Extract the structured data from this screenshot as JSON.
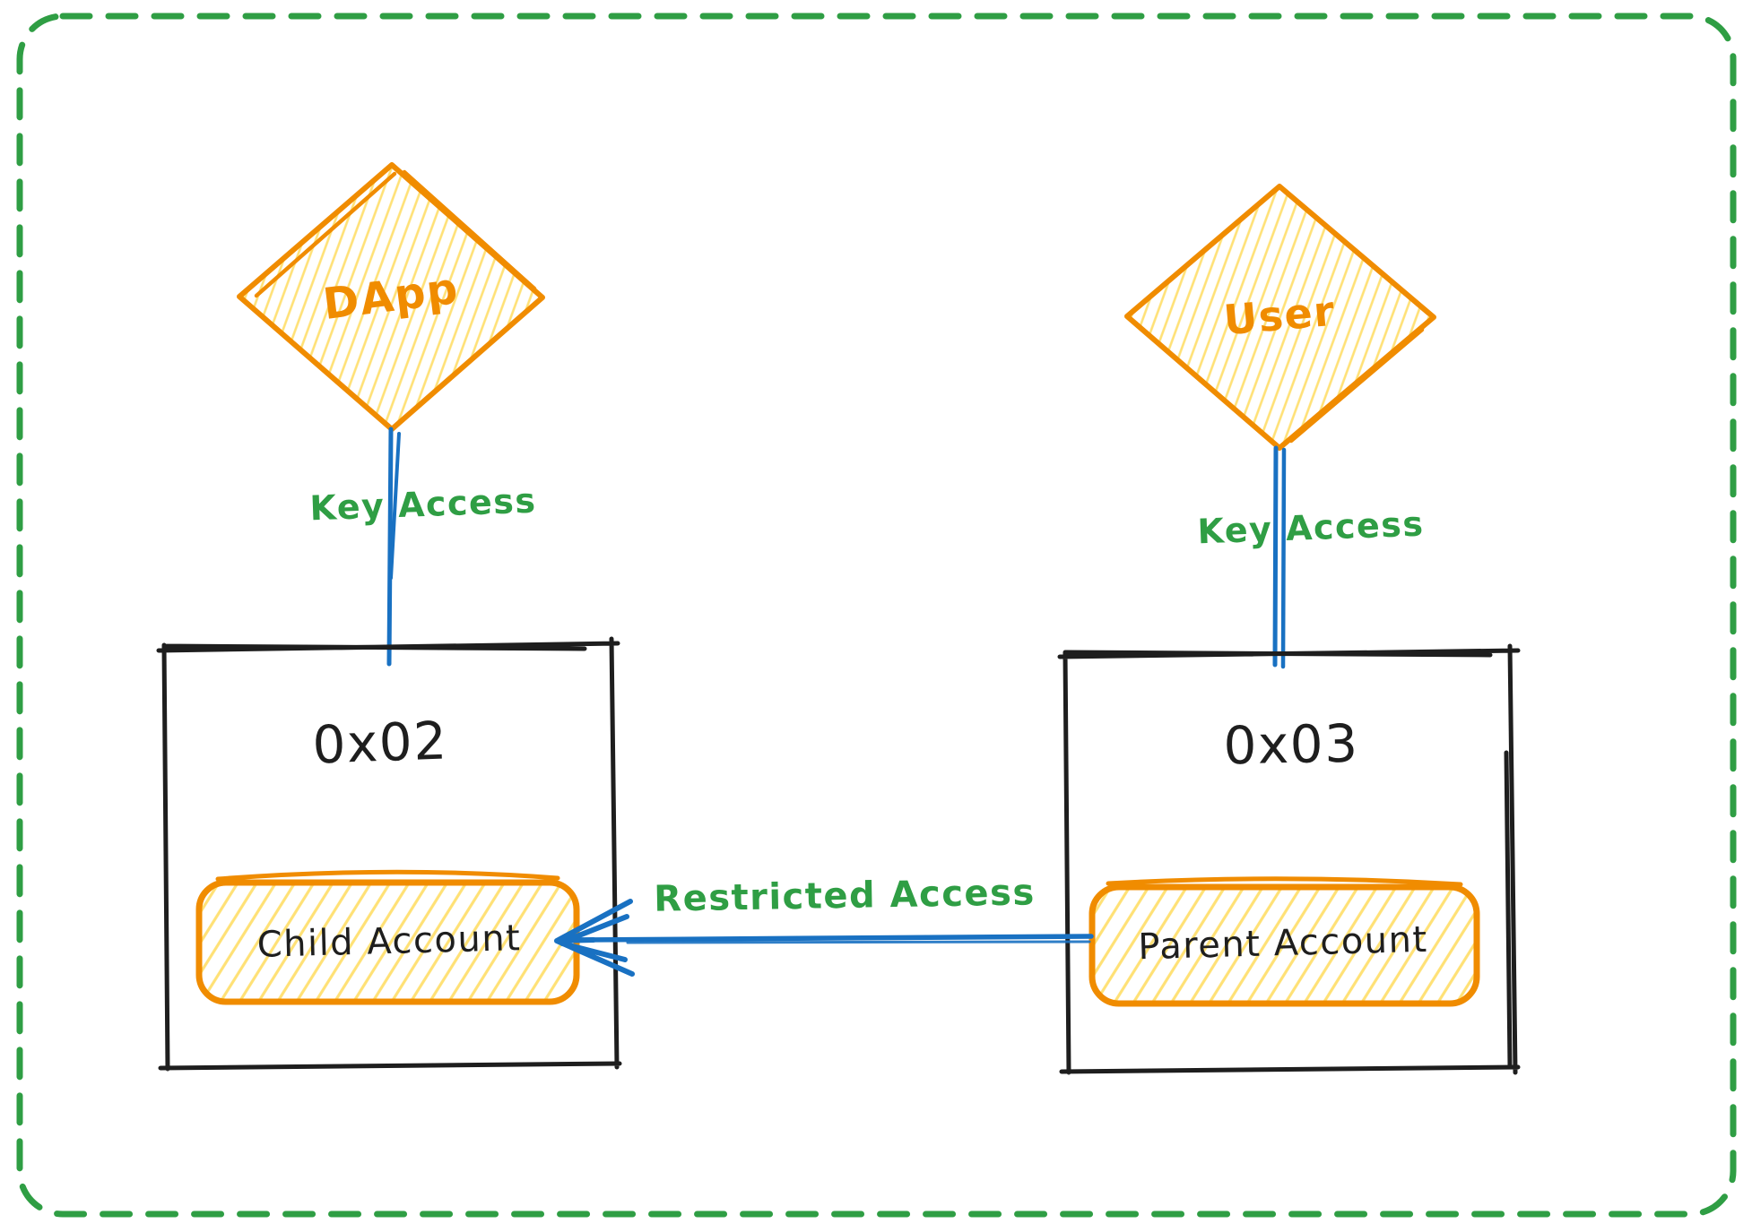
{
  "diagram": {
    "style": "hand-drawn-sketch",
    "background": "#ffffff"
  },
  "colors": {
    "border_green": "#2f9e44",
    "label_green": "#2f9e44",
    "orange": "#f08c00",
    "fill_yellow": "#ffd43b",
    "blue": "#1971c2",
    "ink_black": "#1e1e1e"
  },
  "nodes": {
    "dapp": {
      "label": "DApp",
      "shape": "diamond"
    },
    "user": {
      "label": "User",
      "shape": "diamond"
    },
    "wallet_0x02": {
      "label": "0x02",
      "shape": "rectangle"
    },
    "wallet_0x03": {
      "label": "0x03",
      "shape": "rectangle"
    },
    "child_account": {
      "label": "Child Account",
      "shape": "rounded-rectangle"
    },
    "parent_account": {
      "label": "Parent Account",
      "shape": "rounded-rectangle"
    }
  },
  "edges": {
    "key_access_left": {
      "label": "Key Access",
      "from": "DApp",
      "to": "0x02"
    },
    "key_access_right": {
      "label": "Key Access",
      "from": "User",
      "to": "0x03"
    },
    "restricted_access": {
      "label": "Restricted Access",
      "from": "Parent Account",
      "to": "Child Account"
    }
  }
}
